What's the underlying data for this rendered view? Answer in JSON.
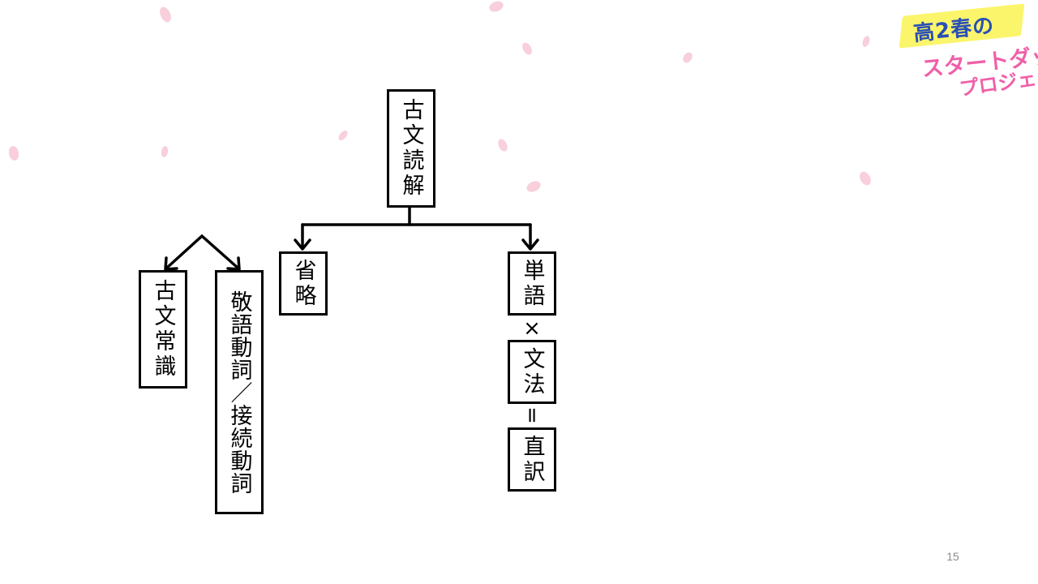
{
  "diagram": {
    "root": "古文読解",
    "branch_omission": "省略",
    "branch_vocab": "単語",
    "times_symbol": "×",
    "grammar": "文法",
    "equals_symbol": "=",
    "literal_translation": "直訳",
    "classical_knowledge": "古文常識",
    "honorific_connective": "敬語動詞／接続動詞"
  },
  "logo": {
    "line1": "高2春の",
    "line2": "スタートダッシュ",
    "line3": "プロジェクト",
    "colors": {
      "blue": "#2a4fb5",
      "pink": "#f05fa8",
      "yellow": "#fbf56b"
    }
  },
  "page_number": "15",
  "colors": {
    "petal": "#f8c9d6",
    "line": "#000000"
  }
}
